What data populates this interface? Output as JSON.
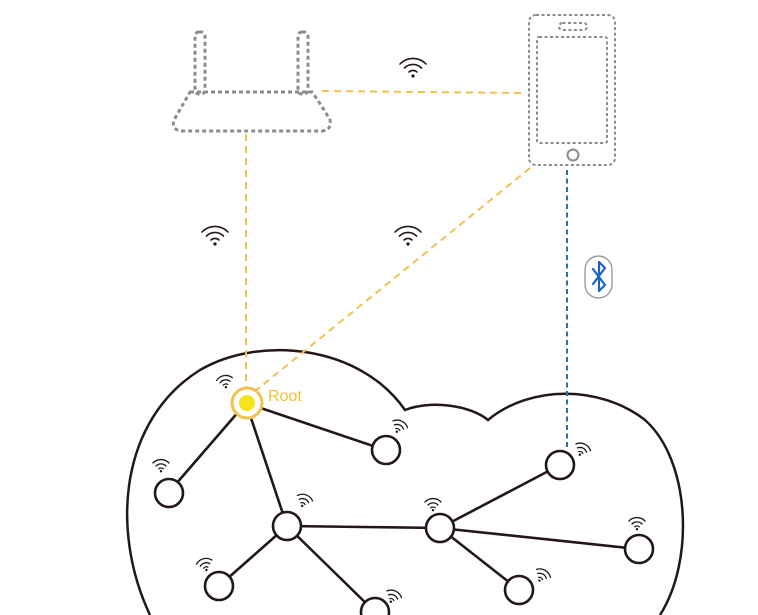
{
  "diagram": {
    "root_label": "Root",
    "devices": [
      {
        "id": "router",
        "icon": "router-icon"
      },
      {
        "id": "phone",
        "icon": "smartphone-icon"
      }
    ],
    "links": [
      {
        "from": "router",
        "to": "phone",
        "kind": "wifi"
      },
      {
        "from": "router",
        "to": "root",
        "kind": "wifi"
      },
      {
        "from": "phone",
        "to": "root",
        "kind": "wifi"
      },
      {
        "from": "phone",
        "to": "mesh-node-8",
        "kind": "bluetooth"
      }
    ],
    "mesh_edges": [
      [
        "root",
        "mesh-node-1"
      ],
      [
        "root",
        "mesh-node-2"
      ],
      [
        "root",
        "mesh-node-3"
      ],
      [
        "mesh-node-3",
        "mesh-node-4"
      ],
      [
        "mesh-node-3",
        "mesh-node-5"
      ],
      [
        "mesh-node-3",
        "mesh-node-6"
      ],
      [
        "mesh-node-6",
        "mesh-node-7"
      ],
      [
        "mesh-node-6",
        "mesh-node-8"
      ],
      [
        "mesh-node-6",
        "mesh-node-9"
      ]
    ],
    "colors": {
      "wifi_link": "#F2C14E",
      "bluetooth_link": "#2F6DB5",
      "bluetooth_icon": "#1E63C3",
      "device_outline": "#8C8C8C",
      "cloud_outline": "#231815",
      "node_outline": "#231815",
      "root_fill": "#F7E11B",
      "root_ring": "#F2C14E",
      "root_label": "#F2C231"
    }
  }
}
